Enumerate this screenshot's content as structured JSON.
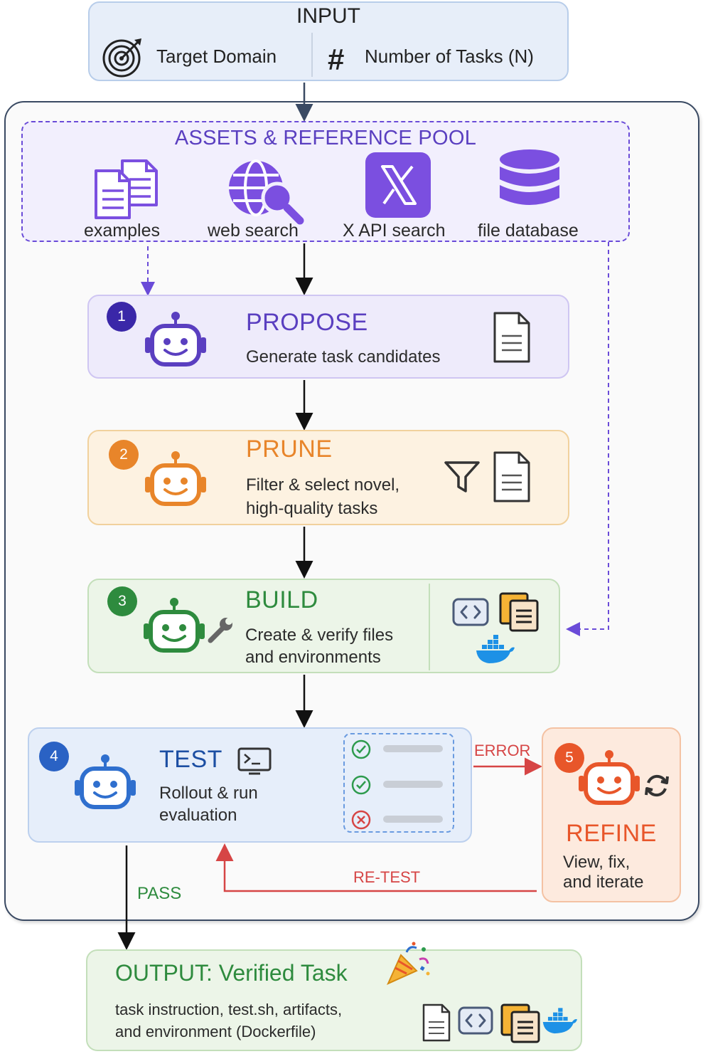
{
  "input": {
    "title": "INPUT",
    "target_domain": "Target Domain",
    "number_of_tasks": "Number of Tasks (N)",
    "hash_symbol": "#"
  },
  "pool": {
    "title": "ASSETS & REFERENCE POOL",
    "items": [
      {
        "label": "examples",
        "icon": "documents-icon"
      },
      {
        "label": "web search",
        "icon": "web-search-icon"
      },
      {
        "label": "X API search",
        "icon": "x-logo-icon"
      },
      {
        "label": "file database",
        "icon": "database-icon"
      }
    ]
  },
  "steps": {
    "propose": {
      "number": "1",
      "title": "PROPOSE",
      "desc": "Generate task candidates",
      "color": "#5a3fc0"
    },
    "prune": {
      "number": "2",
      "title": "PRUNE",
      "desc_line1": "Filter & select novel,",
      "desc_line2": "high-quality tasks",
      "color": "#e8852a"
    },
    "build": {
      "number": "3",
      "title": "BUILD",
      "desc_line1": "Create & verify files",
      "desc_line2": "and environments",
      "color": "#2e8b3e"
    },
    "test": {
      "number": "4",
      "title": "TEST",
      "desc_line1": "Rollout & run",
      "desc_line2": "evaluation",
      "color": "#2f6fce"
    },
    "refine": {
      "number": "5",
      "title": "REFINE",
      "desc_line1": "View, fix,",
      "desc_line2": "and iterate",
      "color": "#e8562a"
    }
  },
  "edges": {
    "error": "ERROR",
    "retest": "RE-TEST",
    "pass": "PASS"
  },
  "output": {
    "title": "OUTPUT: Verified Task",
    "desc_line1": "task instruction, test.sh, artifacts,",
    "desc_line2": "and environment (Dockerfile)"
  }
}
